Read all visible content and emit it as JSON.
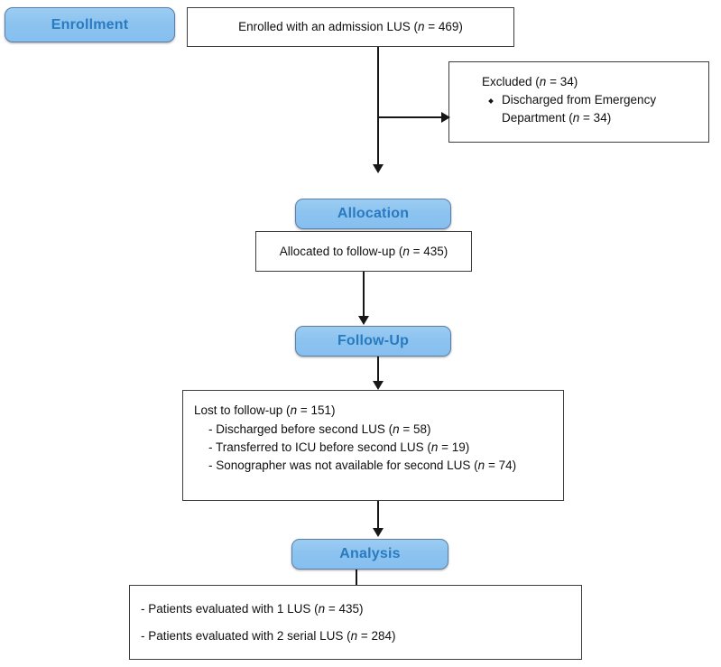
{
  "diagram": {
    "title": "CONSORT-style patient flow diagram",
    "colors": {
      "pill_fill": "#8cc3ef",
      "pill_border": "#5b7fa6",
      "pill_text": "#2a7ac0",
      "box_border": "#3d3d3d",
      "box_fill": "#ffffff",
      "line": "#161616",
      "text": "#0f0f0f"
    }
  },
  "stages": {
    "enrollment": {
      "label": "Enrollment"
    },
    "allocation": {
      "label": "Allocation"
    },
    "followup": {
      "label": "Follow-Up"
    },
    "analysis": {
      "label": "Analysis"
    }
  },
  "nodes": {
    "enrolled": {
      "line1_a": "Enrolled with an admission LUS (",
      "line1_n": "n",
      "line1_b": " = 469)"
    },
    "excluded": {
      "line1_a": "Excluded (",
      "line1_n": "n",
      "line1_b": " = 34)",
      "bullet_line1": "Discharged from Emergency",
      "bullet_line2_a": "Department (",
      "bullet_line2_n": "n",
      "bullet_line2_b": " = 34)"
    },
    "allocated": {
      "line1_a": "Allocated to follow-up (",
      "line1_n": "n",
      "line1_b": " = 435)"
    },
    "lost": {
      "line1_a": "Lost to follow-up (",
      "line1_n": "n",
      "line1_b": " = 151)",
      "item1_a": "- Discharged before second LUS (",
      "item1_n": "n",
      "item1_b": " = 58)",
      "item2_a": "- Transferred to ICU before second LUS (",
      "item2_n": "n",
      "item2_b": " = 19)",
      "item3_a": "- Sonographer was not available for second LUS (",
      "item3_n": "n",
      "item3_b": " = 74)"
    },
    "analysed": {
      "item1_a": "- Patients evaluated with 1 LUS (",
      "item1_n": "n",
      "item1_b": " = 435)",
      "item2_a": "- Patients evaluated with 2 serial LUS (",
      "item2_n": "n",
      "item2_b": " = 284)"
    }
  }
}
